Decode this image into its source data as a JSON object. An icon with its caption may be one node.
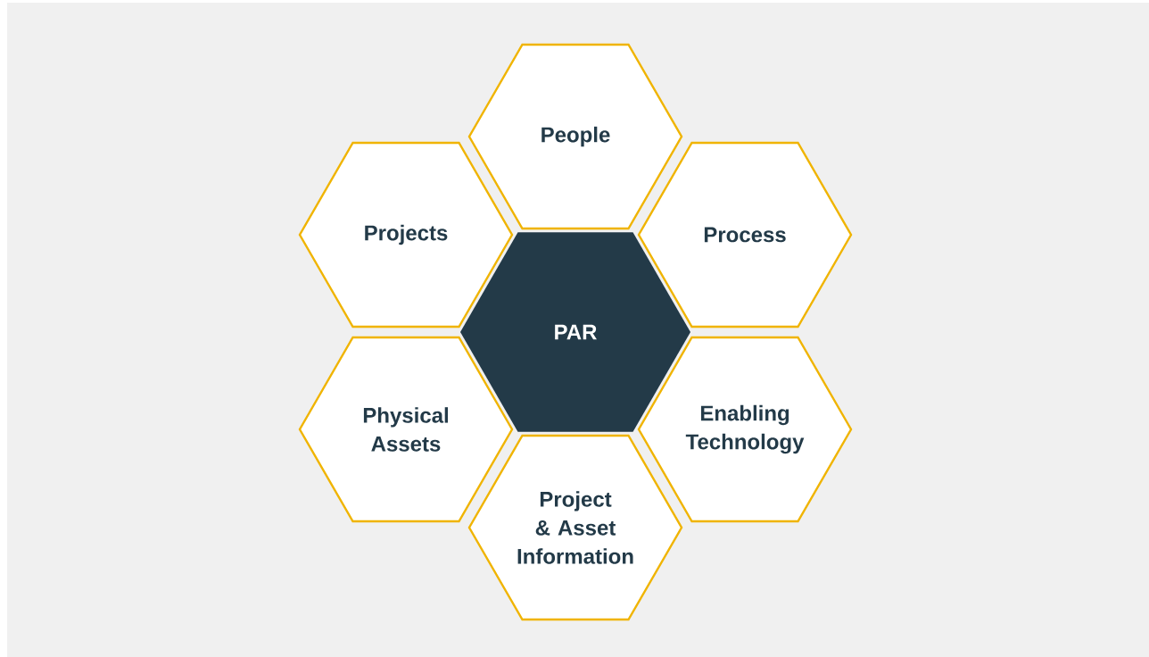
{
  "diagram": {
    "nodes": [
      {
        "text": [
          "People"
        ]
      },
      {
        "text": [
          "Projects"
        ]
      },
      {
        "text": [
          "Process"
        ]
      },
      {
        "text": [
          "PAR"
        ]
      },
      {
        "text": [
          "Physical Assets"
        ]
      },
      {
        "text": [
          "Enabling Technology"
        ]
      },
      {
        "text": [
          "Project & Asset Information"
        ]
      }
    ]
  }
}
